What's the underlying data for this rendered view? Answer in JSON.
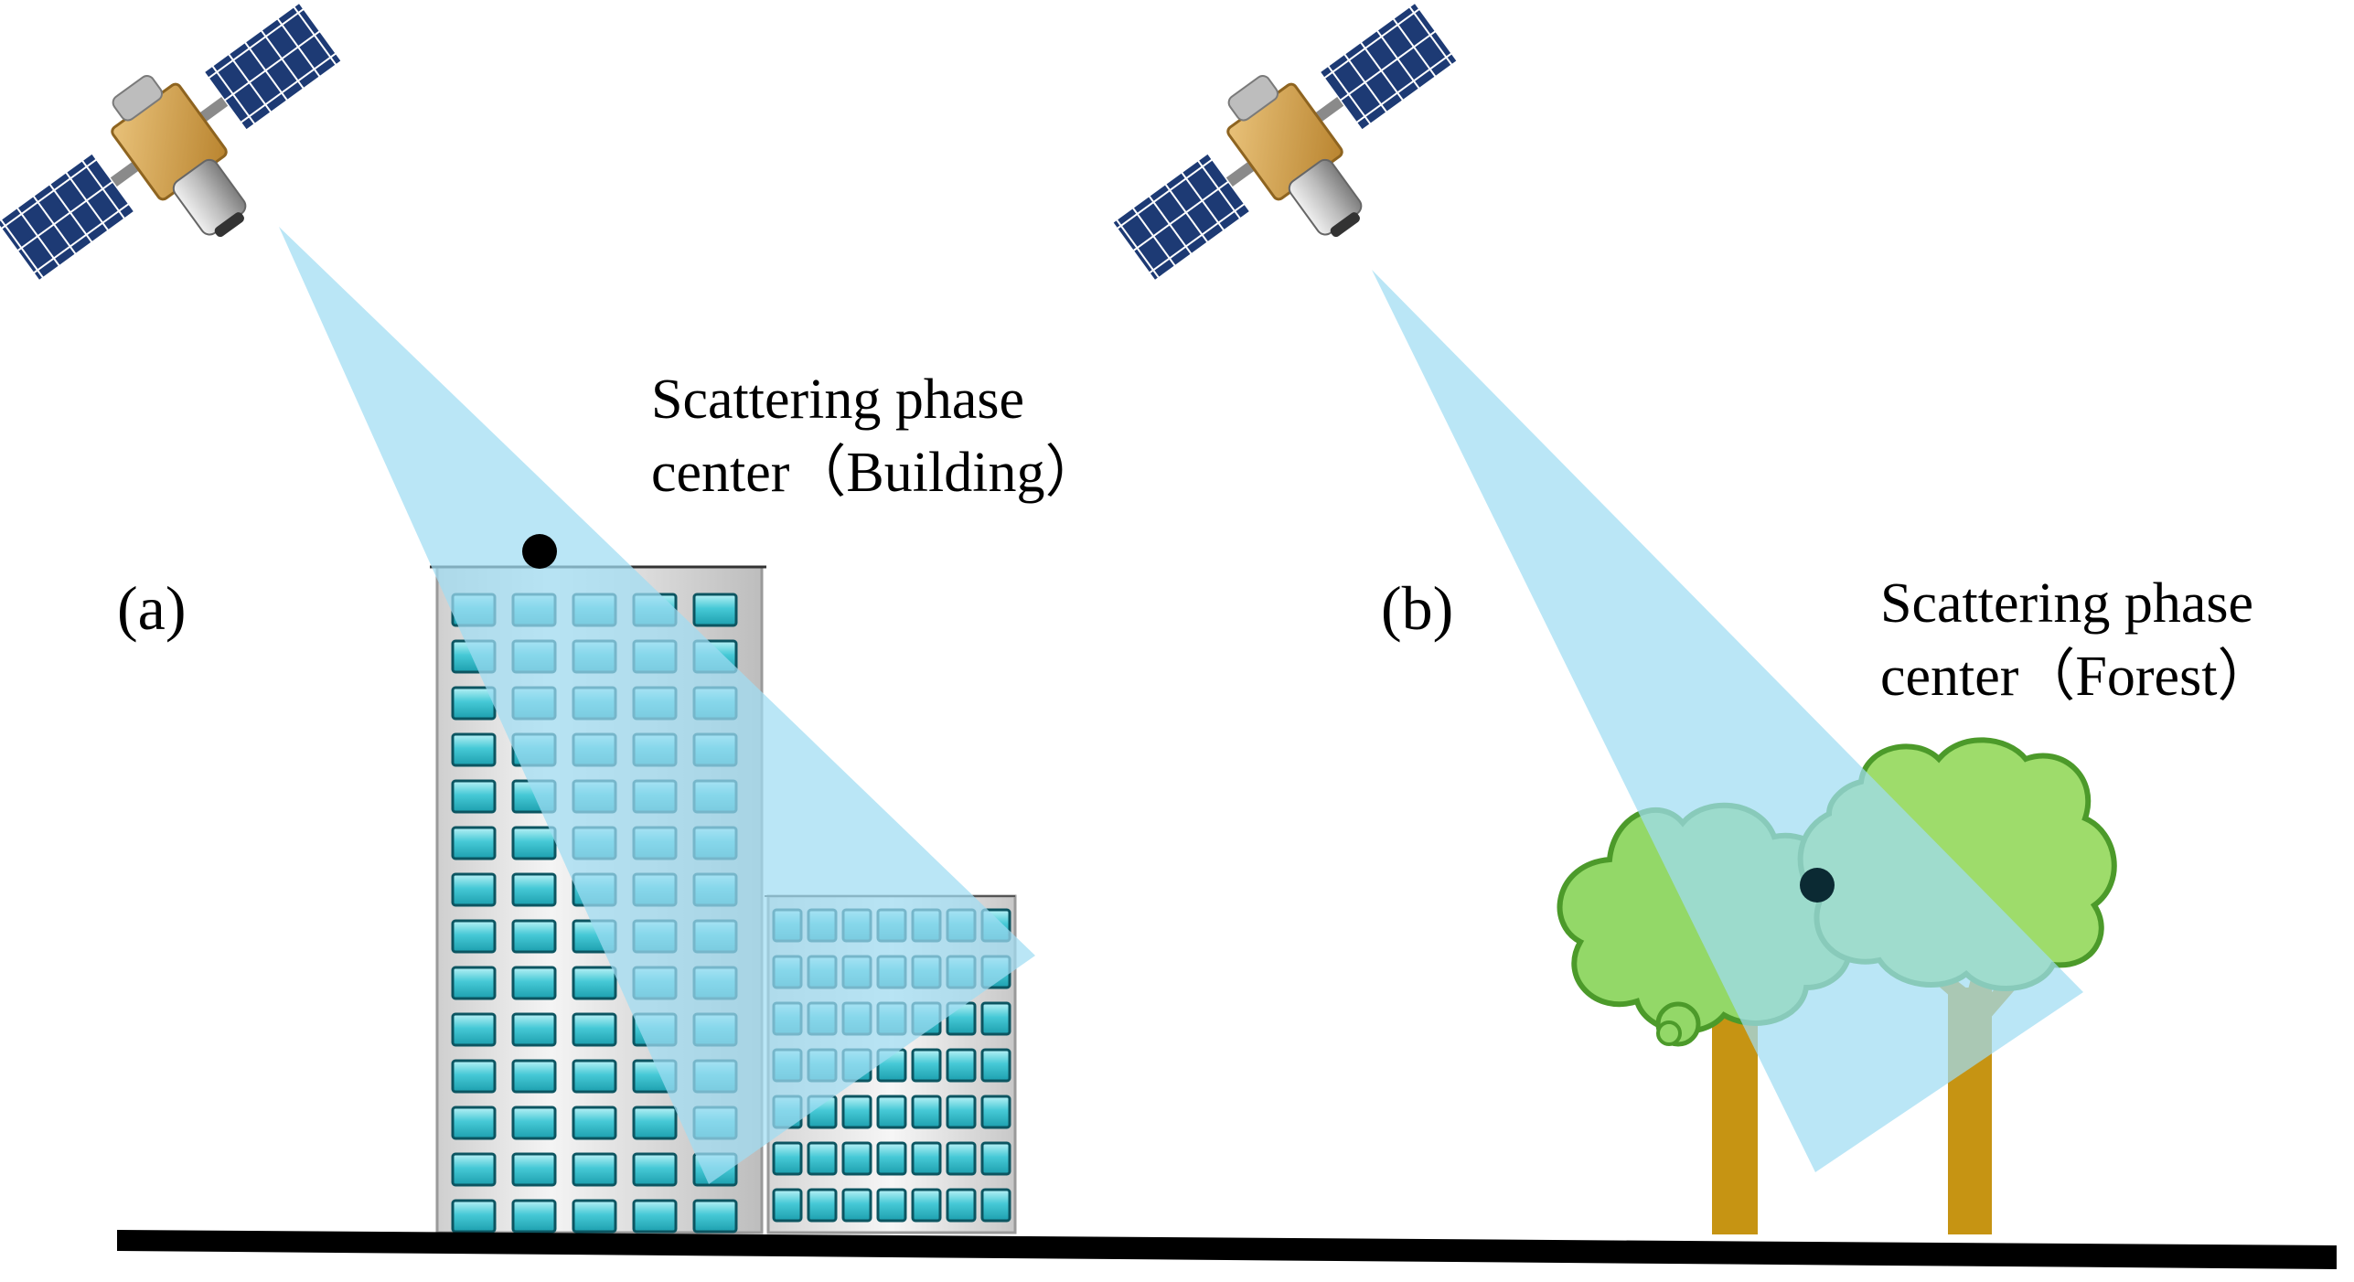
{
  "panels": {
    "a": {
      "label": "(a)",
      "annotation": {
        "line1": "Scattering phase",
        "line2": "center（Building）"
      }
    },
    "b": {
      "label": "(b)",
      "annotation": {
        "line1": "Scattering phase",
        "line2": "center（Forest）"
      }
    }
  },
  "colors": {
    "beam": "#9fdcf3",
    "window_fill": "#2fb8c6",
    "window_highlight": "#b8f1f6",
    "window_border": "#0c5561",
    "building_face": "#e3e3e3",
    "canopy_left": "#93d868",
    "canopy_right": "#9edc6b",
    "canopy_outline": "#4c9a2a",
    "trunk": "#c69413",
    "satellite_panel": "#1d3a74",
    "satellite_body": "#d4a453",
    "ground": "#000000",
    "phase_center_dot": "#000000"
  },
  "icons": {
    "satellite": "satellite-icon",
    "building": "building-icon",
    "tree": "tree-icon"
  }
}
